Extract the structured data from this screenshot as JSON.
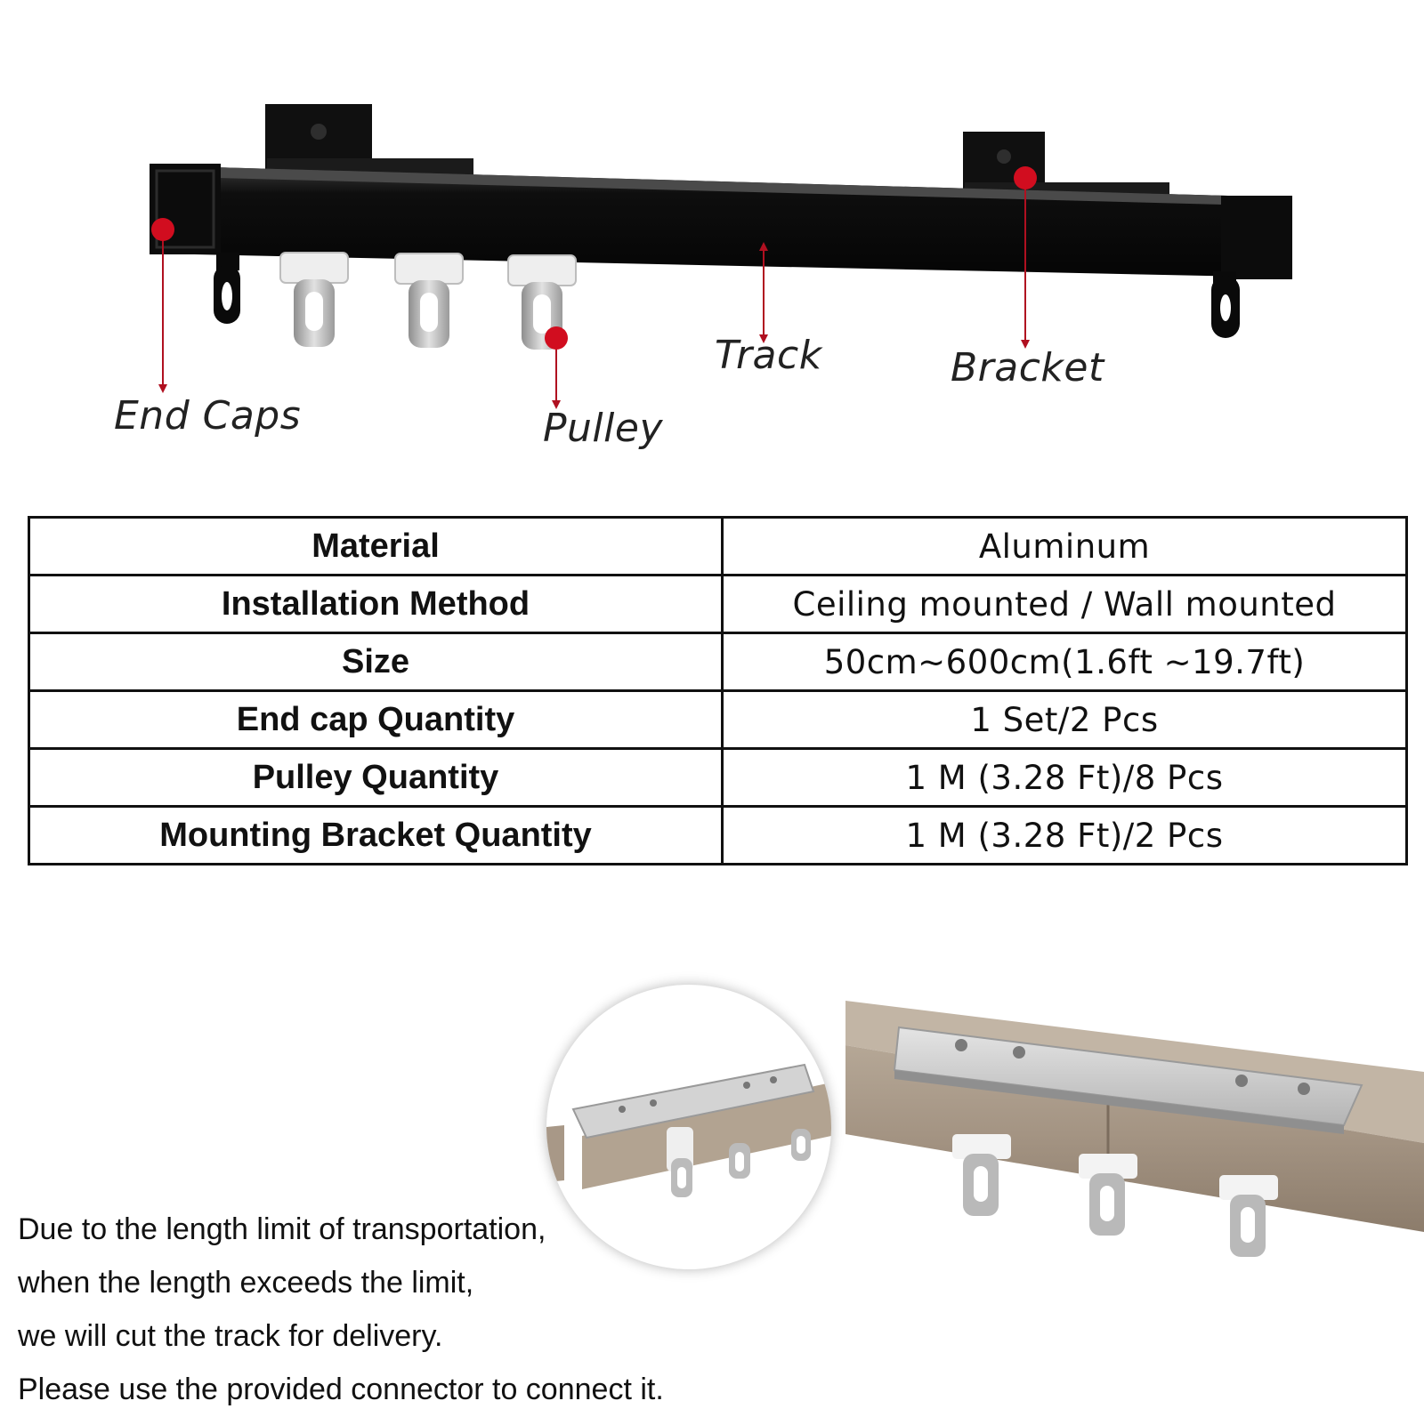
{
  "diagram": {
    "labels": {
      "end_caps": "End Caps",
      "pulley": "Pulley",
      "track": "Track",
      "bracket": "Bracket"
    },
    "colors": {
      "track": "#111111",
      "marker": "#d10d1f",
      "pulley": "#c9c9c9"
    }
  },
  "specs": [
    {
      "label": "Material",
      "value": "Aluminum"
    },
    {
      "label": "Installation Method",
      "value": "Ceiling mounted / Wall mounted"
    },
    {
      "label": "Size",
      "value": "50cm~600cm(1.6ft ~19.7ft)"
    },
    {
      "label": "End cap Quantity",
      "value": "1 Set/2 Pcs"
    },
    {
      "label": "Pulley Quantity",
      "value": "1 M (3.28 Ft)/8 Pcs"
    },
    {
      "label": "Mounting Bracket Quantity",
      "value": "1 M (3.28 Ft)/2 Pcs"
    }
  ],
  "note": [
    "Due to the length limit of transportation,",
    "when the length exceeds the limit,",
    "we will cut the track for delivery.",
    "Please use the provided connector to connect it."
  ],
  "photos": {
    "track_color": "#a8998a",
    "connector_color": "#c8c8c8"
  }
}
